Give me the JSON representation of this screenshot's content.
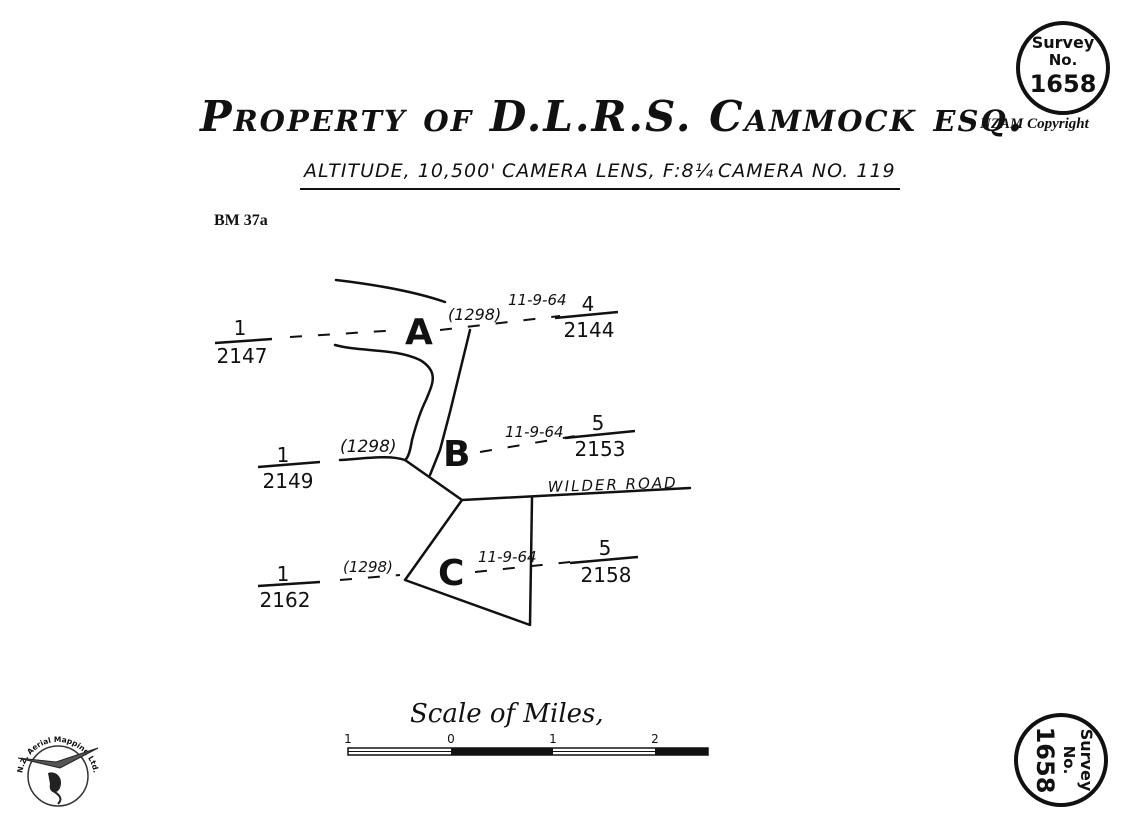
{
  "title": "Property of D.L.R.S. Cammock esq.",
  "subtitles": {
    "altitude": "Altitude, 10,500'",
    "lens": "Camera Lens, F:8¼",
    "camera": "Camera No. 119"
  },
  "stamp_top": {
    "line1": "Survey",
    "line2": "No.",
    "number": "1658"
  },
  "stamp_bottom": {
    "line1": "Survey",
    "line2": "No.",
    "number": "1658"
  },
  "copyright": "NZAM Copyright",
  "benchmark": "BM 37a",
  "points": [
    {
      "label": "A",
      "left_num": "1",
      "left_den": "2147",
      "ref": "(1298)",
      "date": "11-9-64",
      "right_num": "4",
      "right_den": "2144"
    },
    {
      "label": "B",
      "left_num": "1",
      "left_den": "2149",
      "ref": "(1298)",
      "date": "11-9-64",
      "right_num": "5",
      "right_den": "2153"
    },
    {
      "label": "C",
      "left_num": "1",
      "left_den": "2162",
      "ref": "(1298)",
      "date": "11-9-64",
      "right_num": "5",
      "right_den": "2158"
    }
  ],
  "road_label": "Wilder Road",
  "scale": {
    "title": "Scale of Miles,",
    "ticks": [
      "1",
      "0",
      "1",
      "2"
    ]
  },
  "logo": {
    "text": "N.Z. Aerial Mapping Ltd."
  },
  "colors": {
    "ink": "#111111",
    "paper": "#ffffff"
  }
}
